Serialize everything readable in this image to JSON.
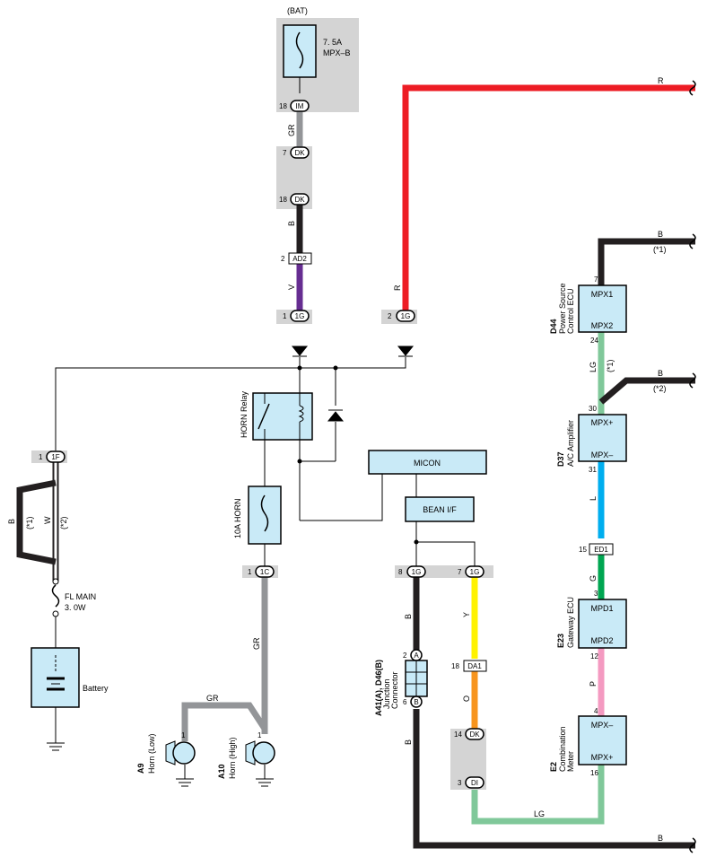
{
  "source": {
    "bat_label": "(BAT)"
  },
  "fuse_mpx": {
    "rating": "7. 5A",
    "name": "MPX–B"
  },
  "fuse_horn": {
    "label": "10A HORN"
  },
  "fusible_link": {
    "name": "FL MAIN",
    "rating": "3. 0W"
  },
  "battery": {
    "label": "Battery"
  },
  "relay": {
    "label": "HORN Relay"
  },
  "boxes": {
    "micon": "MICON",
    "bean": "BEAN I/F"
  },
  "connectors": {
    "im": "IM",
    "dk": "DK",
    "ad2": "AD2",
    "g1": "1G",
    "f1": "1F",
    "c1": "1C",
    "a": "A",
    "b": "B",
    "da1": "DA1",
    "di": "DI",
    "ed1": "ED1"
  },
  "pins": {
    "p18": "18",
    "p7": "7",
    "p2": "2",
    "p1": "1",
    "p8": "8",
    "p6": "6",
    "p14": "14",
    "p3": "3",
    "p24": "24",
    "p30": "30",
    "p31": "31",
    "p15": "15",
    "p12": "12",
    "p4": "4",
    "p16": "16"
  },
  "wires": {
    "gr": "GR",
    "b": "B",
    "v": "V",
    "r": "R",
    "w": "W",
    "y": "Y",
    "o": "O",
    "lg": "LG",
    "l": "L",
    "g": "G",
    "p": "P"
  },
  "notes": {
    "n1": "(*1)",
    "n2": "(*2)"
  },
  "horns": {
    "low_code": "A9",
    "low_name": "Horn (Low)",
    "high_code": "A10",
    "high_name": "Horn (High)"
  },
  "junction": {
    "code": "A41(A), D46(B)",
    "name1": "Junction",
    "name2": "Connector"
  },
  "ecus": {
    "d44": {
      "code": "D44",
      "name1": "Power Source",
      "name2": "Control ECU",
      "pin_top": "MPX1",
      "pin_bottom": "MPX2"
    },
    "d37": {
      "code": "D37",
      "name1": "A/C Amplifier",
      "pin_top": "MPX+",
      "pin_bottom": "MPX–"
    },
    "e23": {
      "code": "E23",
      "name1": "Gateway ECU",
      "pin_top": "MPD1",
      "pin_bottom": "MPD2"
    },
    "e2": {
      "code": "E2",
      "name1": "Combination",
      "name2": "Meter",
      "pin_top": "MPX–",
      "pin_bottom": "MPX+"
    }
  },
  "colors": {
    "black": "#231f20",
    "red": "#ed1c24",
    "purple": "#662d91",
    "gray": "#939598",
    "yellow": "#fff200",
    "orange": "#f7941d",
    "lightgreen": "#80c89a",
    "blue": "#00aeef",
    "green": "#00a651",
    "pink": "#f49ac1",
    "comp_fill": "#c9eaf7",
    "shade": "#d4d4d4"
  }
}
